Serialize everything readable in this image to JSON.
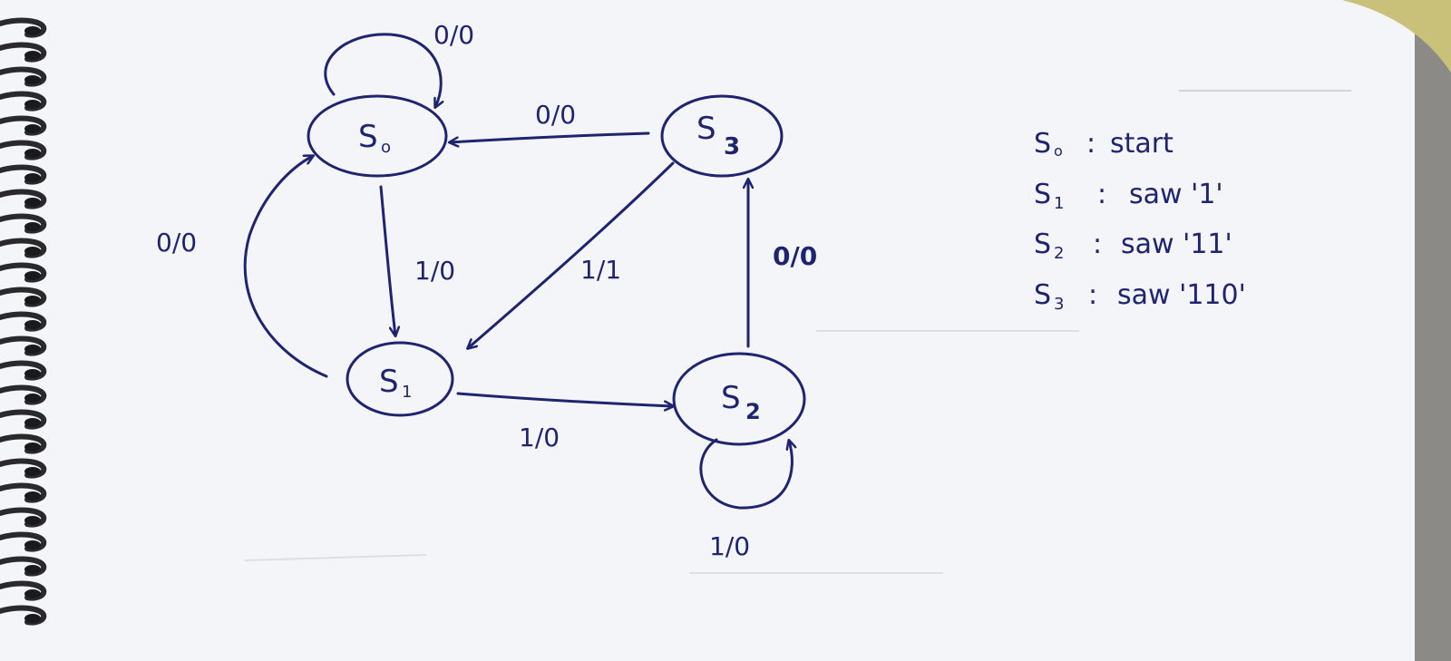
{
  "states": [
    {
      "id": "s0",
      "label": "S",
      "sub": "o"
    },
    {
      "id": "s1",
      "label": "S",
      "sub": "1"
    },
    {
      "id": "s2",
      "label": "S",
      "sub": "2"
    },
    {
      "id": "s3",
      "label": "S",
      "sub": "3"
    }
  ],
  "transitions": {
    "s0_self": "0/0",
    "s0_to_s1": "1/0",
    "s1_to_s0": "0/0",
    "s1_to_s2": "1/0",
    "s2_self": "1/0",
    "s2_to_s3": "0/0",
    "s3_to_s0": "0/0",
    "s3_to_s1": "1/1"
  },
  "legend": [
    {
      "state": "S",
      "sub": "o",
      "sep": ":",
      "desc": "start"
    },
    {
      "state": "S",
      "sub": "1",
      "sep": ":",
      "desc": "saw '1'"
    },
    {
      "state": "S",
      "sub": "2",
      "sep": ":",
      "desc": "saw '11'"
    },
    {
      "state": "S",
      "sub": "3",
      "sep": ":",
      "desc": "saw '110'"
    }
  ],
  "colors": {
    "ink": "#1f2470",
    "paper": "#f6f7f9",
    "ghost": "#b9bcc2"
  }
}
